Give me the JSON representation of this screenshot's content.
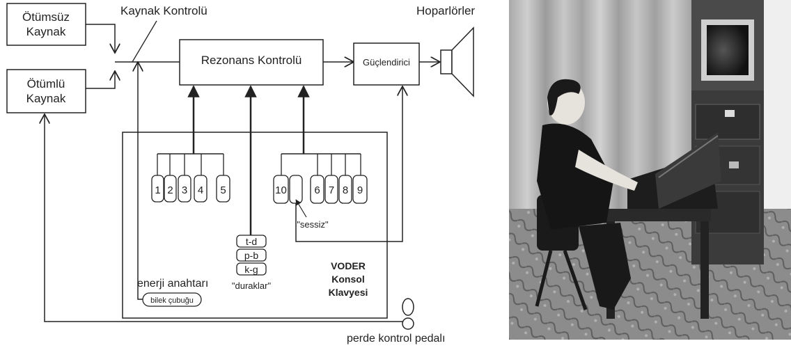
{
  "diagram": {
    "unvoiced_source": {
      "line1": "Ötümsüz",
      "line2": "Kaynak"
    },
    "voiced_source": {
      "line1": "Ötümlü",
      "line2": "Kaynak"
    },
    "source_control": "Kaynak Kontrolü",
    "resonance_control": "Rezonans Kontrolü",
    "amplifier": "Güçlendirici",
    "speakers": "Hoparlörler",
    "keys_left": [
      "1",
      "2",
      "3",
      "4",
      "5"
    ],
    "keys_right": [
      "10",
      "6",
      "7",
      "8",
      "9"
    ],
    "stop_keys": [
      "t-d",
      "p-b",
      "k-g"
    ],
    "stops_label": "\"duraklar\"",
    "quiet_label": "\"sessiz\"",
    "energy_switch": "enerji anahtarı",
    "wrist_bar": "bilek çubuğu",
    "console": {
      "line1": "VODER",
      "line2": "Konsol",
      "line3": "Klavyesi"
    },
    "pedal": "perde kontrol pedalı"
  },
  "photo": {
    "icon": "voder-operator-photo"
  }
}
